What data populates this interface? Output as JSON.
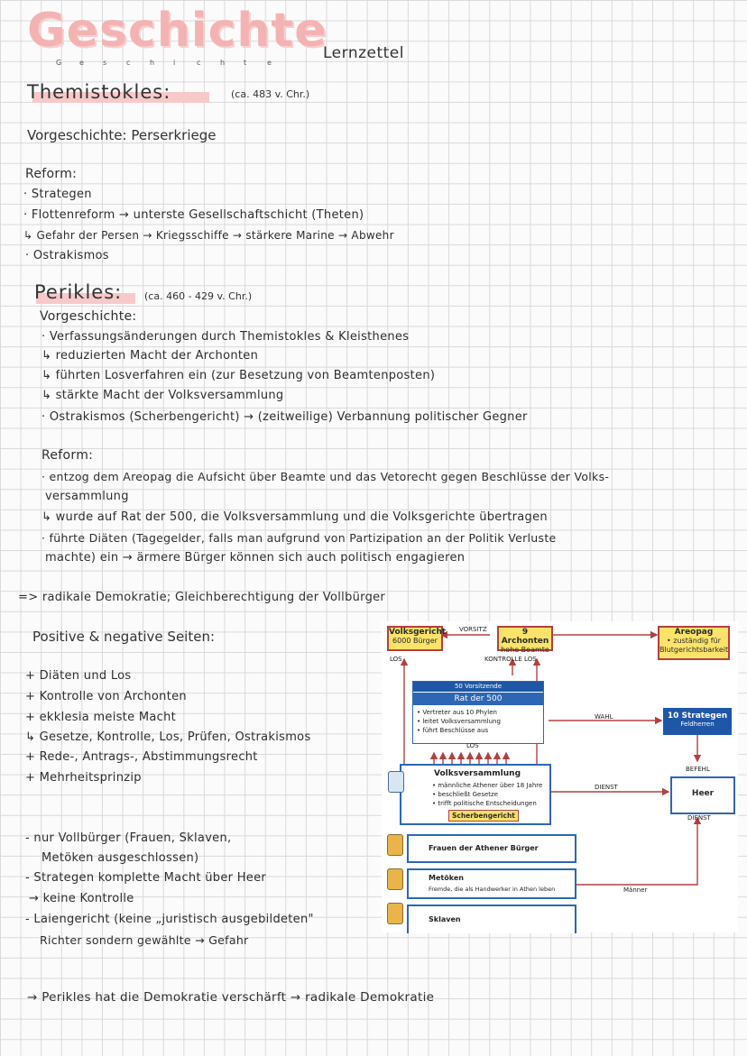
{
  "header": {
    "title": "Geschichte",
    "title_letters": [
      "G",
      "e",
      "s",
      "c",
      "h",
      "i",
      "c",
      "h",
      "t",
      "e"
    ],
    "subtitle": "Lernzettel"
  },
  "themistokles": {
    "heading": "Themistokles:",
    "date": "(ca. 483 v. Chr.)",
    "vorgeschichte": "Vorgeschichte: Perserkriege",
    "reform_label": "Reform:",
    "items": [
      "· Strategen",
      "· Flottenreform → unterste Gesellschaftschicht (Theten)",
      "↳ Gefahr der Persen → Kriegsschiffe → stärkere Marine → Abwehr",
      "· Ostrakismos"
    ]
  },
  "perikles": {
    "heading": "Perikles:",
    "date": "(ca. 460 - 429 v. Chr.)",
    "vorgeschichte_label": "Vorgeschichte:",
    "vorgeschichte_items": [
      "· Verfassungsänderungen durch Themistokles & Kleisthenes",
      "↳ reduzierten Macht der Archonten",
      "↳ führten Losverfahren ein (zur Besetzung von Beamtenposten)",
      "↳ stärkte Macht der Volksversammlung",
      "· Ostrakismos (Scherbengericht) → (zeitweilige) Verbannung politischer Gegner"
    ],
    "reform_label": "Reform:",
    "reform_items": [
      "· entzog dem Areopag die Aufsicht über Beamte und das Vetorecht gegen Beschlüsse der Volks-",
      "versammlung",
      "↳ wurde auf Rat der 500, die Volksversammlung und die Volksgerichte übertragen",
      "· führte Diäten (Tagegelder, falls man aufgrund von Partizipation an der Politik Verluste",
      "machte) ein → ärmere Bürger können sich auch politisch engagieren"
    ],
    "conclusion": "=> radikale Demokratie; Gleichberechtigung der Vollbürger"
  },
  "pros_cons": {
    "heading": "Positive & negative Seiten:",
    "positive": [
      "+ Diäten und Los",
      "+ Kontrolle von Archonten",
      "+ ekklesia meiste Macht",
      "↳ Gesetze, Kontrolle, Los, Prüfen, Ostrakismos",
      "+ Rede-, Antrags-, Abstimmungsrecht",
      "+ Mehrheitsprinzip"
    ],
    "negative": [
      "- nur Vollbürger (Frauen, Sklaven,",
      "Metöken ausgeschlossen)",
      "- Strategen komplette Macht über Heer",
      "→ keine Kontrolle",
      "- Laiengericht (keine „juristisch ausgebildeten\"",
      "Richter sondern gewählte → Gefahr"
    ]
  },
  "final_note": "→ Perikles hat die Demokratie verschärft → radikale Demokratie",
  "diagram": {
    "volksgericht": {
      "title": "Volksgericht",
      "sub": "6000 Bürger"
    },
    "vorsitz": "VORSITZ",
    "archonten": {
      "title": "9 Archonten",
      "sub": "hohe Beamte"
    },
    "areopag": {
      "title": "Areopag",
      "sub1": "• zuständig für",
      "sub2": "Blutgerichtsbarkeit"
    },
    "los1": "LOS",
    "kontrolle_los": "KONTROLLE  LOS",
    "rat_top": "50 Vorsitzende",
    "rat_title": "Rat der 500",
    "rat_items": [
      "• Vertreter aus 10 Phylen",
      "• leitet Volksversammlung",
      "• führt Beschlüsse aus"
    ],
    "los2": "LOS",
    "wahl": "WAHL",
    "strategen": {
      "title": "10 Strategen",
      "sub": "Feldherren"
    },
    "befehl": "BEFEHL",
    "vv_title": "Volksversammlung",
    "vv_items": [
      "• männliche Athener über 18 Jahre",
      "• beschließt Gesetze",
      "• trifft politische Entscheidungen"
    ],
    "scherbengericht": "Scherbengericht",
    "dienst1": "DIENST",
    "heer": "Heer",
    "dienst2": "DIENST",
    "frauen": "Frauen der Athener Bürger",
    "metoeken_title": "Metöken",
    "metoeken_sub": "Fremde, die als Handwerker in Athen leben",
    "maenner": "Männer",
    "sklaven": "Sklaven",
    "colors": {
      "yellow": "#fbe36a",
      "red": "#b24040",
      "blue": "#2d67b4",
      "darkblue": "#1f57a6"
    }
  }
}
